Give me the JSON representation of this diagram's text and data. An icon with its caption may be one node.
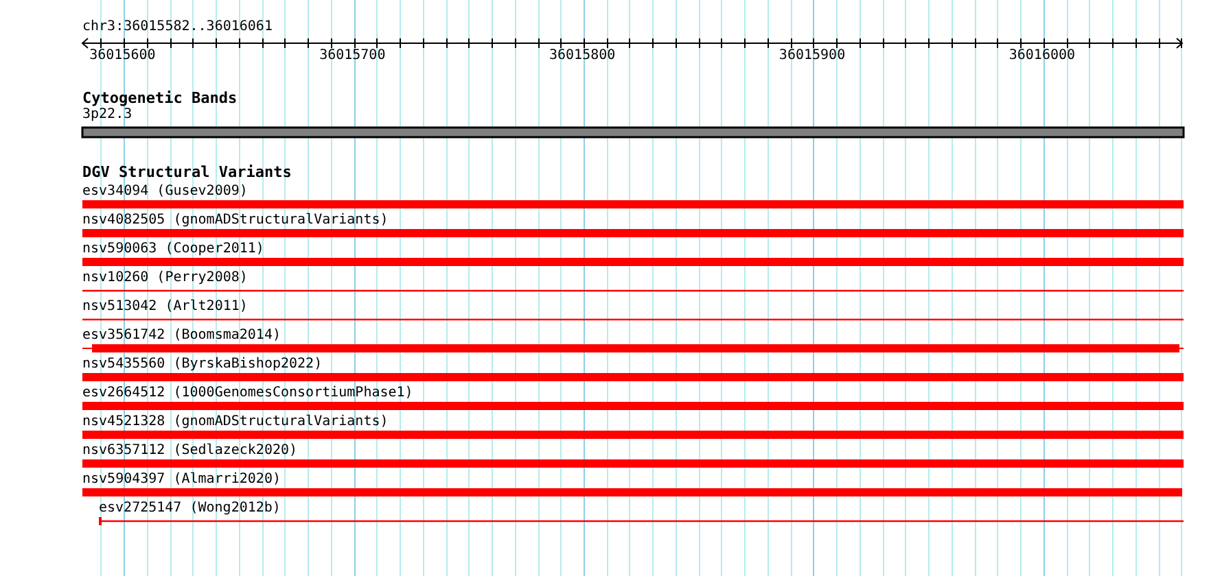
{
  "diagram": {
    "title": "chr3:36015582..36016061",
    "nodes": [
      {
        "text": [
          "3p22.3"
        ]
      },
      {
        "text": [
          "esv34094 (Gusev2009)"
        ]
      },
      {
        "text": [
          "nsv4082505 (gnomADStructuralVariants)"
        ]
      },
      {
        "text": [
          "nsv590063 (Cooper2011)"
        ]
      },
      {
        "text": [
          "nsv10260 (Perry2008)"
        ]
      },
      {
        "text": [
          "nsv513042 (Arlt2011)"
        ]
      },
      {
        "text": [
          "esv3561742 (Boomsma2014)"
        ]
      },
      {
        "text": [
          "nsv5435560 (ByrskaBishop2022)"
        ]
      },
      {
        "text": [
          "esv2664512 (1000GenomesConsortiumPhase1)"
        ]
      },
      {
        "text": [
          "nsv4521328 (gnomADStructuralVariants)"
        ]
      },
      {
        "text": [
          "nsv6357112 (Sedlazeck2020)"
        ]
      },
      {
        "text": [
          "nsv5904397 (Almarri2020)"
        ]
      },
      {
        "text": [
          "esv2725147 (Wong2012b)"
        ]
      }
    ],
    "labels": [
      "36015600",
      "36015700",
      "36015800",
      "36015900",
      "36016000",
      "Cytogenetic Bands",
      "DGV Structural Variants"
    ]
  }
}
